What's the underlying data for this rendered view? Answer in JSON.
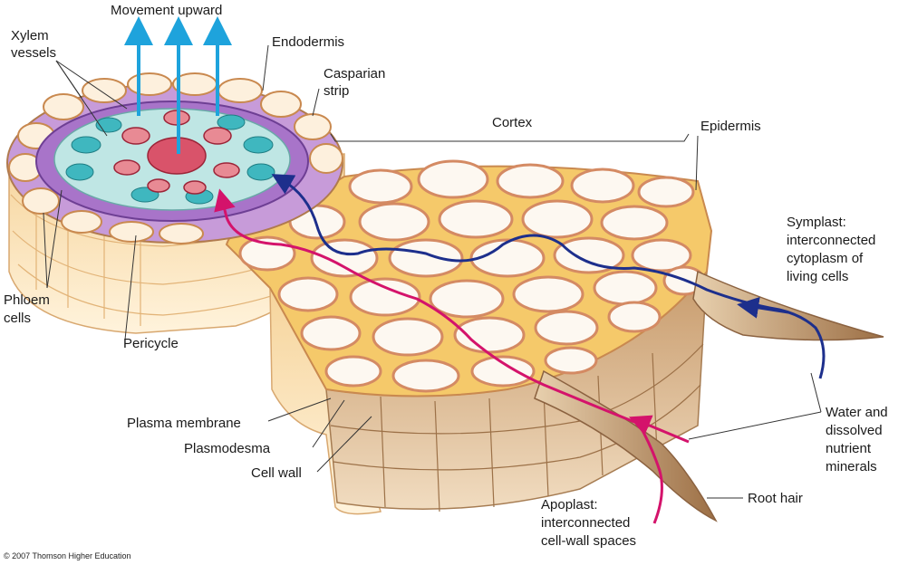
{
  "labels": {
    "movement_upward": "Movement upward",
    "xylem_line1": "Xylem",
    "xylem_line2": "vessels",
    "endodermis": "Endodermis",
    "casparian_line1": "Casparian",
    "casparian_line2": "strip",
    "cortex": "Cortex",
    "epidermis": "Epidermis",
    "symplast_line1": "Symplast:",
    "symplast_line2": "interconnected",
    "symplast_line3": "cytoplasm of",
    "symplast_line4": "living cells",
    "phloem_line1": "Phloem",
    "phloem_line2": "cells",
    "pericycle": "Pericycle",
    "plasma_membrane": "Plasma membrane",
    "plasmodesma": "Plasmodesma",
    "cell_wall": "Cell wall",
    "water_line1": "Water and",
    "water_line2": "dissolved",
    "water_line3": "nutrient",
    "water_line4": "minerals",
    "root_hair": "Root hair",
    "apoplast_line1": "Apoplast:",
    "apoplast_line2": "interconnected",
    "apoplast_line3": "cell-wall spaces"
  },
  "copyright": "© 2007 Thomson Higher Education",
  "colors": {
    "arrow_blue": "#1ea3dc",
    "symplast_path": "#1d2f8c",
    "apoplast_path": "#d4136b",
    "cortex_fill": "#fbf4ea",
    "cell_wall": "#d48a63",
    "intercellular": "#f2c94c",
    "xylem": "#d9536a",
    "phloem": "#3fb7bf",
    "endodermis_ring": "#8a5cb8",
    "root_hair": "#b58a5e"
  }
}
